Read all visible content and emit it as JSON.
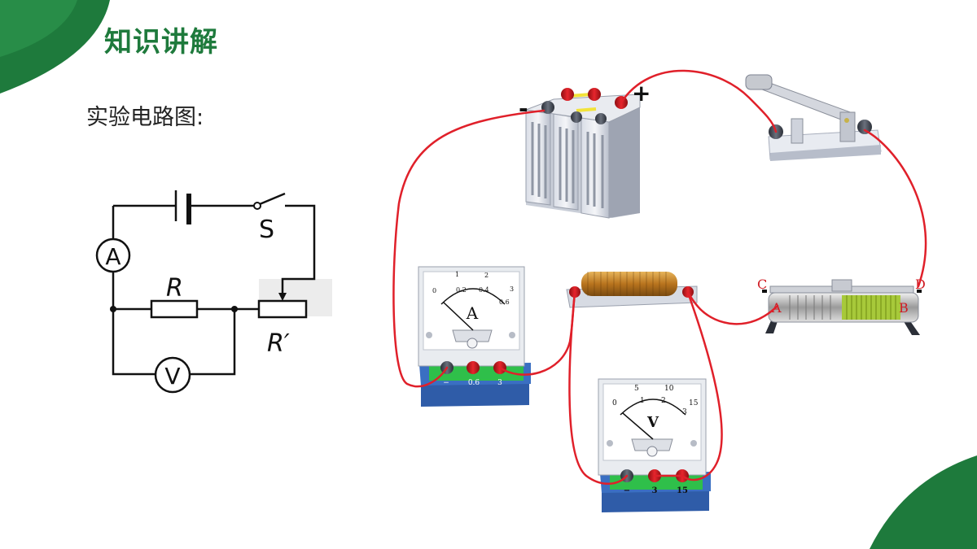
{
  "slide": {
    "title": "知识讲解",
    "subtitle": "实验电路图:"
  },
  "schematic": {
    "ammeter_symbol": "A",
    "voltmeter_symbol": "V",
    "switch_label": "S",
    "resistor_label": "R",
    "rheostat_label": "R′"
  },
  "physical": {
    "battery_minus": "-",
    "battery_plus": "+",
    "ammeter": {
      "letter": "A",
      "scale": [
        "0",
        "1",
        "2",
        "3"
      ],
      "subscale": [
        "0.2",
        "0.4",
        "0.6"
      ],
      "terminals": [
        "−",
        "0.6",
        "3"
      ]
    },
    "voltmeter": {
      "letter": "V",
      "scale": [
        "0",
        "5",
        "10",
        "15"
      ],
      "subscale": [
        "1",
        "2",
        "3"
      ],
      "terminals": [
        "−",
        "3",
        "15"
      ]
    },
    "rheostat_terminals": [
      "C",
      "D",
      "A",
      "B"
    ]
  },
  "colors": {
    "brand_green": "#1e7a3c",
    "wire_red": "#e0202a",
    "meter_base_blue": "#2f5ca8",
    "meter_strip_green": "#2fbf4a"
  }
}
